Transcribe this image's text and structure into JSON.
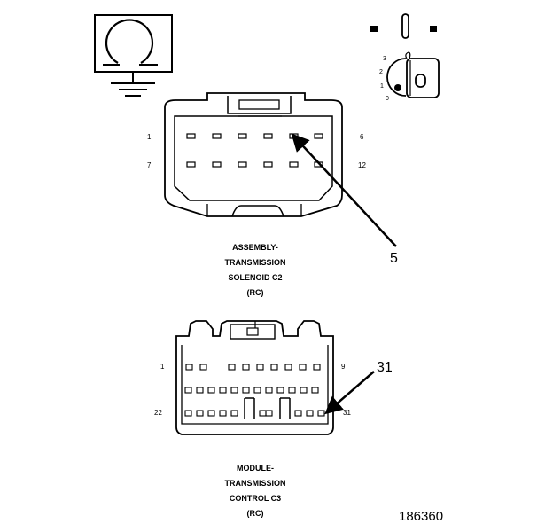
{
  "ohm_symbol": {
    "icon": "ohmmeter-ground-icon"
  },
  "ignition": {
    "icon": "ignition-key-off-icon",
    "positions": [
      "3",
      "2",
      "1",
      "0"
    ]
  },
  "connector_c2": {
    "label_lines": [
      "ASSEMBLY-",
      "TRANSMISSION",
      "SOLENOID C2",
      "(RC)"
    ],
    "pin_labels": {
      "top_left": "1",
      "top_right": "6",
      "bottom_left": "7",
      "bottom_right": "12"
    },
    "callout": "5"
  },
  "connector_c3": {
    "label_lines": [
      "MODULE-",
      "TRANSMISSION",
      "CONTROL C3",
      "(RC)"
    ],
    "pin_labels": {
      "top_left": "1",
      "top_right": "9",
      "bottom_left": "22",
      "bottom_right": "31"
    },
    "callout": "31"
  },
  "figure_number": "186360",
  "colors": {
    "ink": "#000000",
    "background": "#ffffff"
  }
}
